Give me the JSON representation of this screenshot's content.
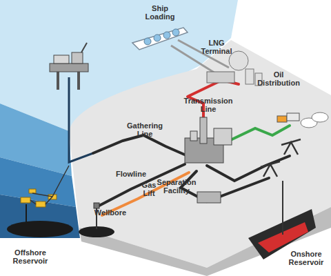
{
  "diagram": {
    "labels": [
      "Ship Loading",
      "LNG Terminal",
      "Oil Distribution",
      "Transmission Line",
      "Gathering Line",
      "Flowline",
      "Gas Lift",
      "Separation Facility",
      "Wellbore",
      "Offshore Reservoir",
      "Onshore Reservoir"
    ]
  }
}
